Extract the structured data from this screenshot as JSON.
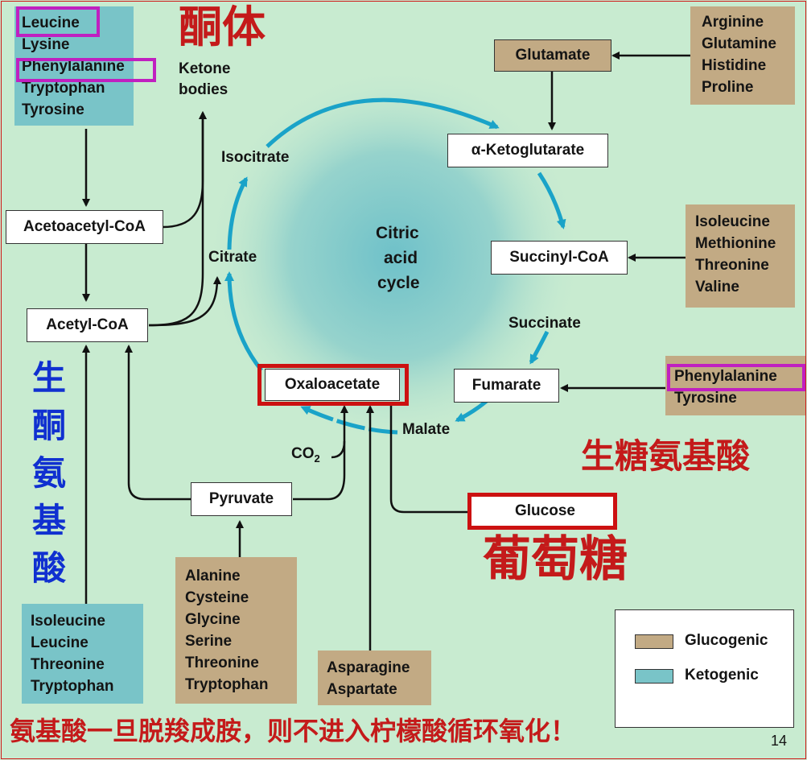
{
  "ketogenic_only": [
    "Leucine",
    "Lysine",
    "Phenylalanine",
    "Tryptophan",
    "Tyrosine"
  ],
  "ketone_title_zh": "酮体",
  "ketone_bodies": [
    "Ketone",
    "bodies"
  ],
  "glutamate_sources": [
    "Arginine",
    "Glutamine",
    "Histidine",
    "Proline"
  ],
  "succinyl_sources": [
    "Isoleucine",
    "Methionine",
    "Threonine",
    "Valine"
  ],
  "fumarate_sources": [
    "Phenylalanine",
    "Tyrosine"
  ],
  "pyruvate_sources": [
    "Alanine",
    "Cysteine",
    "Glycine",
    "Serine",
    "Threonine",
    "Tryptophan"
  ],
  "acetyl_sources": [
    "Isoleucine",
    "Leucine",
    "Threonine",
    "Tryptophan"
  ],
  "oxaloacetate_sources": [
    "Asparagine",
    "Aspartate"
  ],
  "boxes": {
    "glutamate": "Glutamate",
    "alpha_ketoglutarate": "α-Ketoglutarate",
    "succinyl_coa": "Succinyl-CoA",
    "fumarate": "Fumarate",
    "oxaloacetate": "Oxaloacetate",
    "acetoacetyl_coa": "Acetoacetyl-CoA",
    "acetyl_coa": "Acetyl-CoA",
    "pyruvate": "Pyruvate",
    "glucose": "Glucose"
  },
  "labels": {
    "isocitrate": "Isocitrate",
    "citrate": "Citrate",
    "succinate": "Succinate",
    "malate": "Malate",
    "co2": "CO",
    "co2_sub": "2",
    "cycle": [
      "Citric",
      "acid",
      "cycle"
    ]
  },
  "zh": {
    "ketogenic_vertical": [
      "生",
      "酮",
      "氨",
      "基",
      "酸"
    ],
    "glucogenic": "生糖氨基酸",
    "glucose": "葡萄糖",
    "footer": "氨基酸一旦脱羧成胺，则不进入柠檬酸循环氧化！"
  },
  "legend": [
    {
      "label": "Glucogenic",
      "color": "#c2aa84"
    },
    {
      "label": "Ketogenic",
      "color": "#79c4c8"
    }
  ],
  "page_number": "14",
  "colors": {
    "cycle_arrow": "#1aa3c8",
    "highlight_red": "#cc1111",
    "highlight_magenta": "#c020c0",
    "zh_blue": "#1030d0",
    "zh_red": "#c41a1a"
  }
}
